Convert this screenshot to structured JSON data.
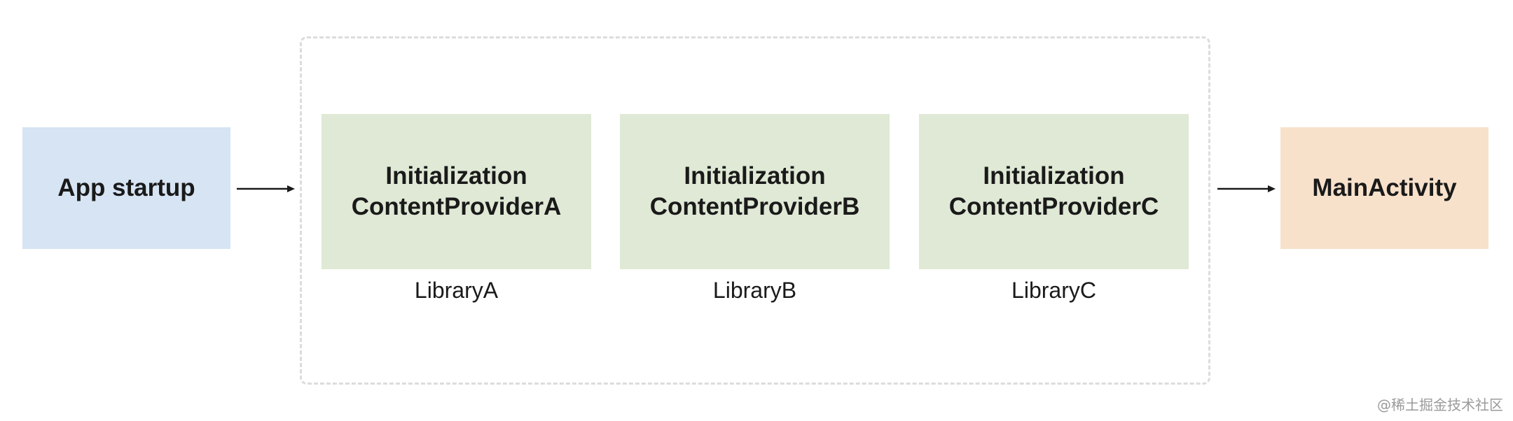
{
  "nodes": {
    "start": "App startup",
    "provider_a": {
      "line1": "Initialization",
      "line2": "ContentProviderA"
    },
    "provider_b": {
      "line1": "Initialization",
      "line2": "ContentProviderB"
    },
    "provider_c": {
      "line1": "Initialization",
      "line2": "ContentProviderC"
    },
    "main": "MainActivity"
  },
  "libraries": {
    "a": "LibraryA",
    "b": "LibraryB",
    "c": "LibraryC"
  },
  "watermark": "@稀土掘金技术社区",
  "colors": {
    "start_fill": "#d6e4f3",
    "provider_fill": "#dfe9d5",
    "main_fill": "#f8e1cb",
    "group_border": "#dcdcdc",
    "arrow": "#1a1a1a"
  }
}
